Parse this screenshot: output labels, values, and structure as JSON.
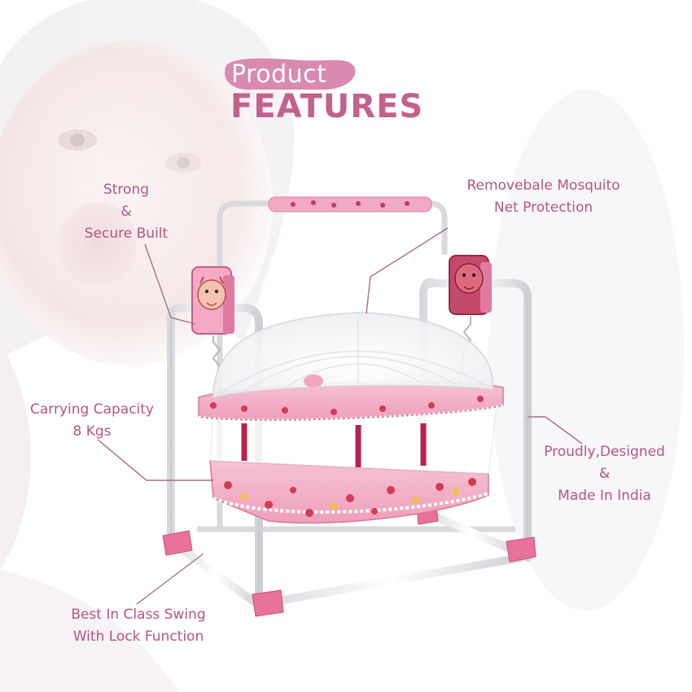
{
  "header": {
    "title_small": "Product",
    "title_big": "FEATURES"
  },
  "features": {
    "strong": [
      "Strong",
      "&",
      "Secure Built"
    ],
    "mosquito": [
      "Removebale Mosquito",
      "Net Protection"
    ],
    "capacity": [
      "Carrying Capacity",
      "8 Kgs"
    ],
    "india": [
      "Proudly,Designed",
      "&",
      "Made In India"
    ],
    "swing": [
      "Best In Class Swing",
      "With Lock Function"
    ]
  },
  "colors": {
    "accent": "#c2628c",
    "label": "#b65583",
    "badge": "#d98ab0",
    "cradle_pink": "#f3b6cc",
    "frame": "#f2f2f4"
  },
  "image": {
    "background": "baby-photo",
    "product": "baby-cradle-swing-with-mosquito-net"
  }
}
